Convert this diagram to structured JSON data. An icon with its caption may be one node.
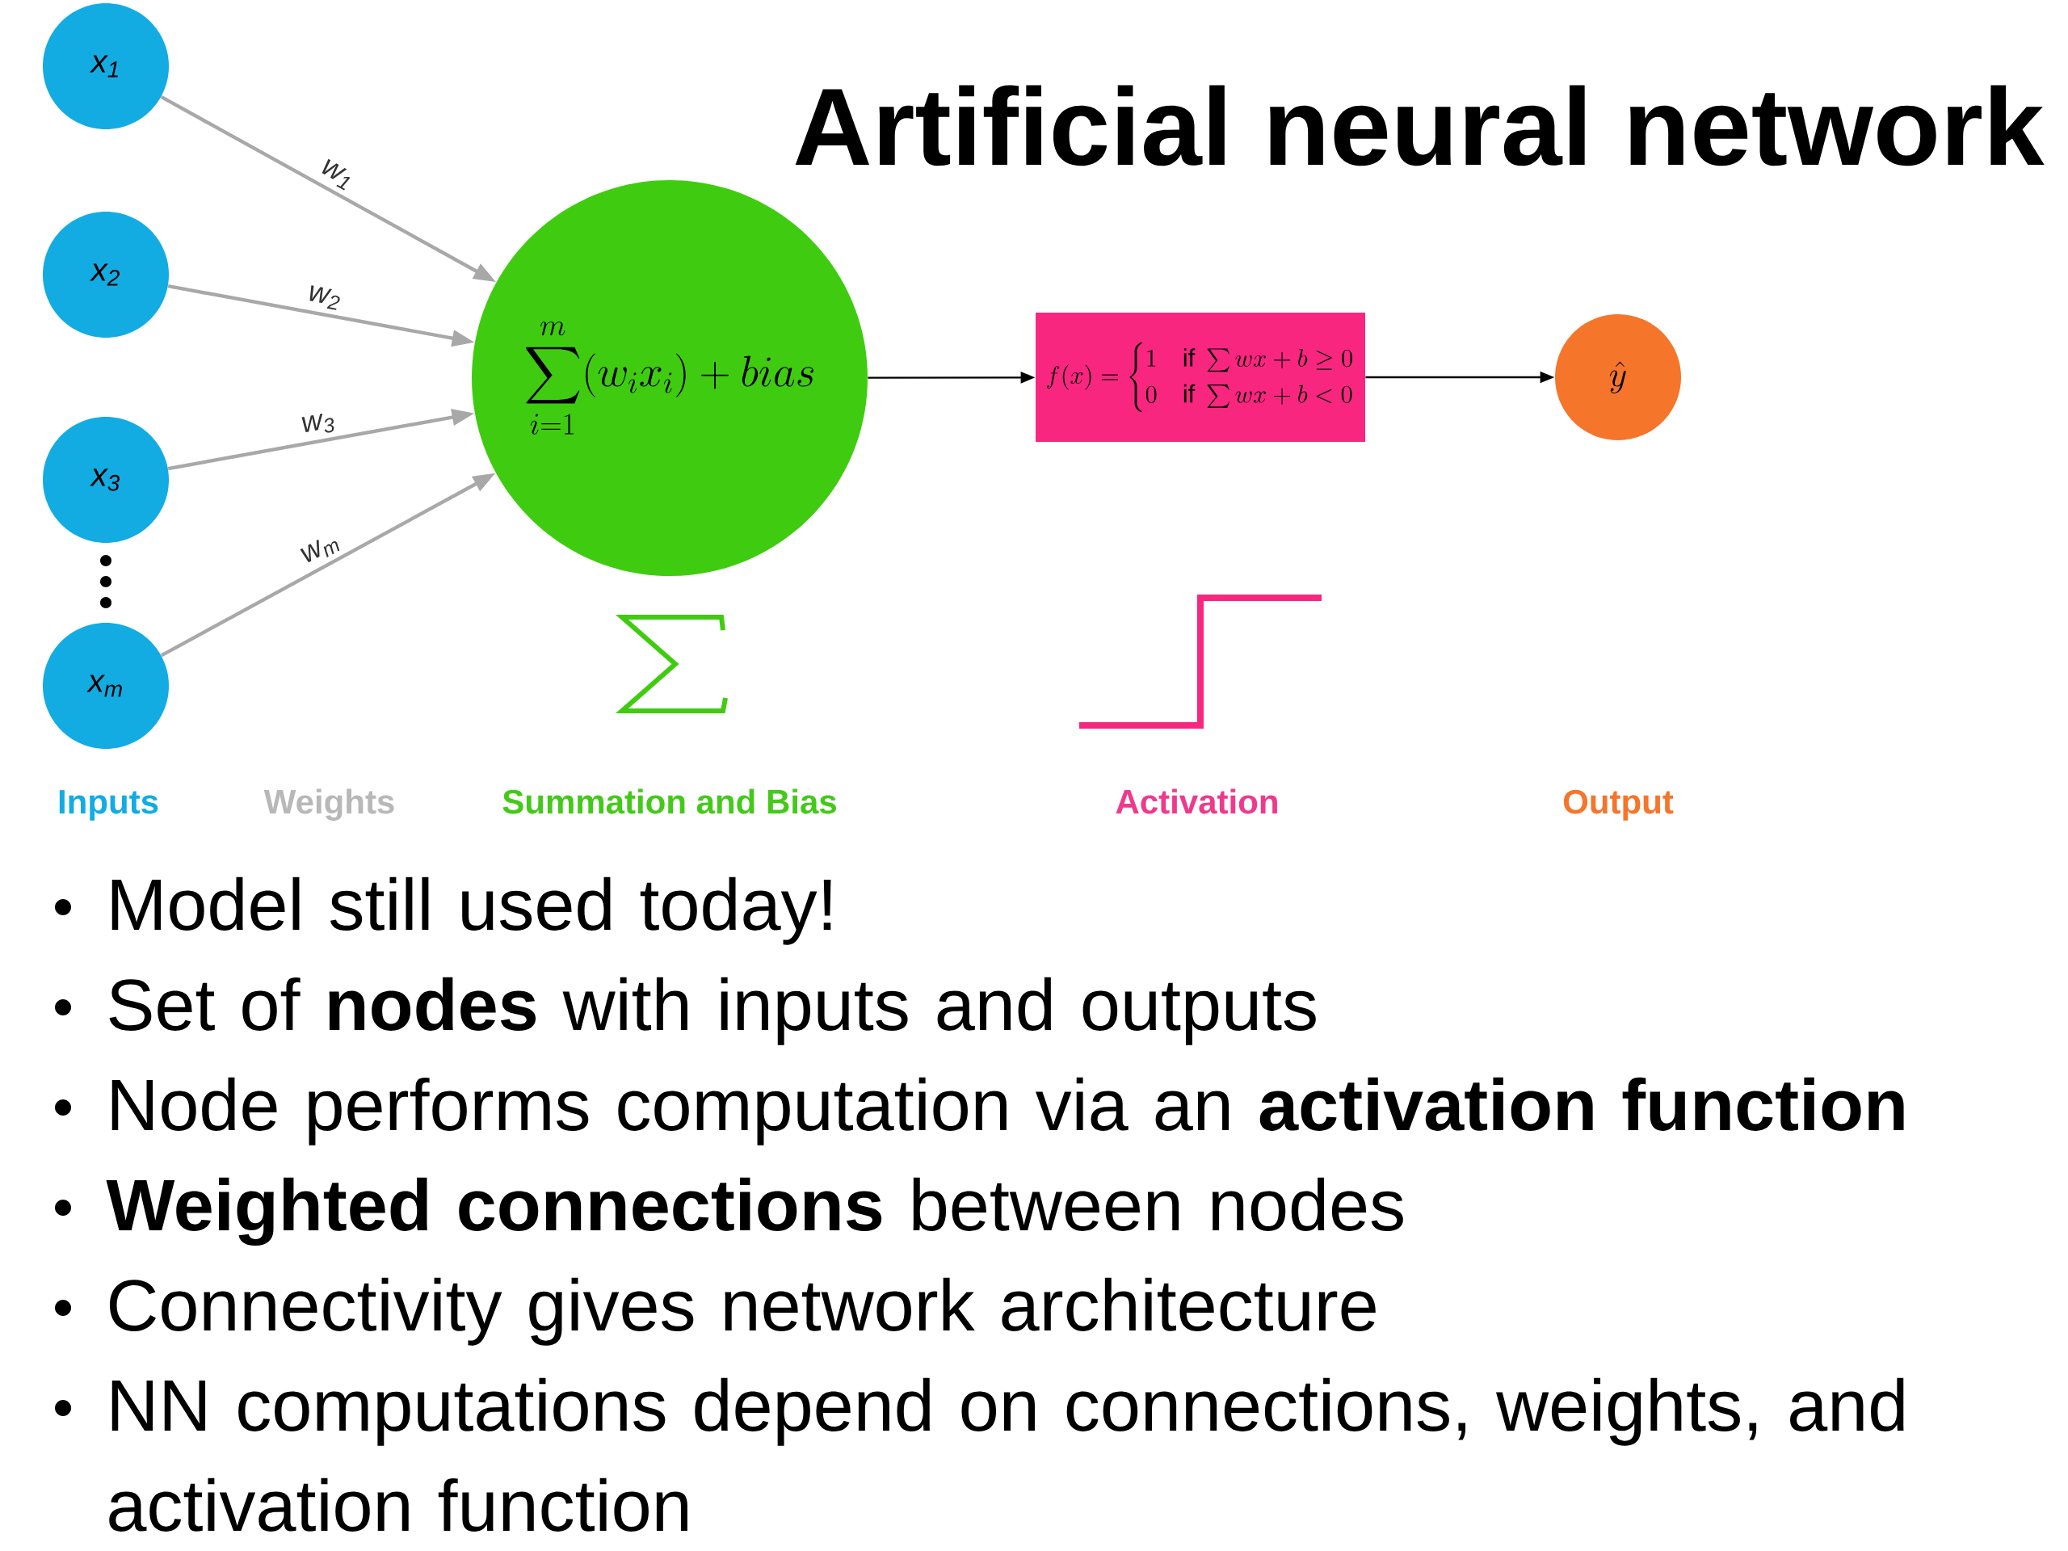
{
  "diagram": {
    "title": "Artificial neural network",
    "nodes": [
      {
        "text": [
          "x$_{1}$"
        ]
      },
      {
        "text": [
          "x$_{2}$"
        ]
      },
      {
        "text": [
          "x$_{3}$"
        ]
      },
      {
        "text": [
          "x$_{m}$"
        ]
      },
      {
        "text": [
          "\\sum_{i=1}^{m}(w_ix_i)+bias"
        ]
      },
      {
        "text": [
          "f(x)=\\begin{cases}1 & \\text{if }\\sum wx+b\\geq 0\\\\0 & \\text{if }\\sum wx+b<0\\end{cases}"
        ]
      },
      {
        "text": [
          "\\hat{y}"
        ]
      }
    ],
    "edges": [
      {
        "from": 0,
        "to": 4,
        "arrow": "to",
        "label": "w$_{1}$"
      },
      {
        "from": 1,
        "to": 4,
        "arrow": "to",
        "label": "w$_{2}$"
      },
      {
        "from": 2,
        "to": 4,
        "arrow": "to",
        "label": "w$_{3}$"
      },
      {
        "from": 3,
        "to": 4,
        "arrow": "to",
        "label": "w$_{m}$"
      },
      {
        "from": 4,
        "to": 5,
        "arrow": "to",
        "color": "#000000"
      },
      {
        "from": 5,
        "to": 6,
        "arrow": "to",
        "color": "#000000"
      }
    ],
    "labels": [
      "Inputs",
      "Weights",
      "Summation and Bias",
      "Activation",
      "Output",
      "Model still used today!",
      "Set of **nodes** with inputs and outputs",
      "Node performs computation via an **activation function**",
      "**Weighted connections** between nodes",
      "Connectivity gives network architecture",
      "NN computations depend on connections, weights, and activation function"
    ]
  }
}
